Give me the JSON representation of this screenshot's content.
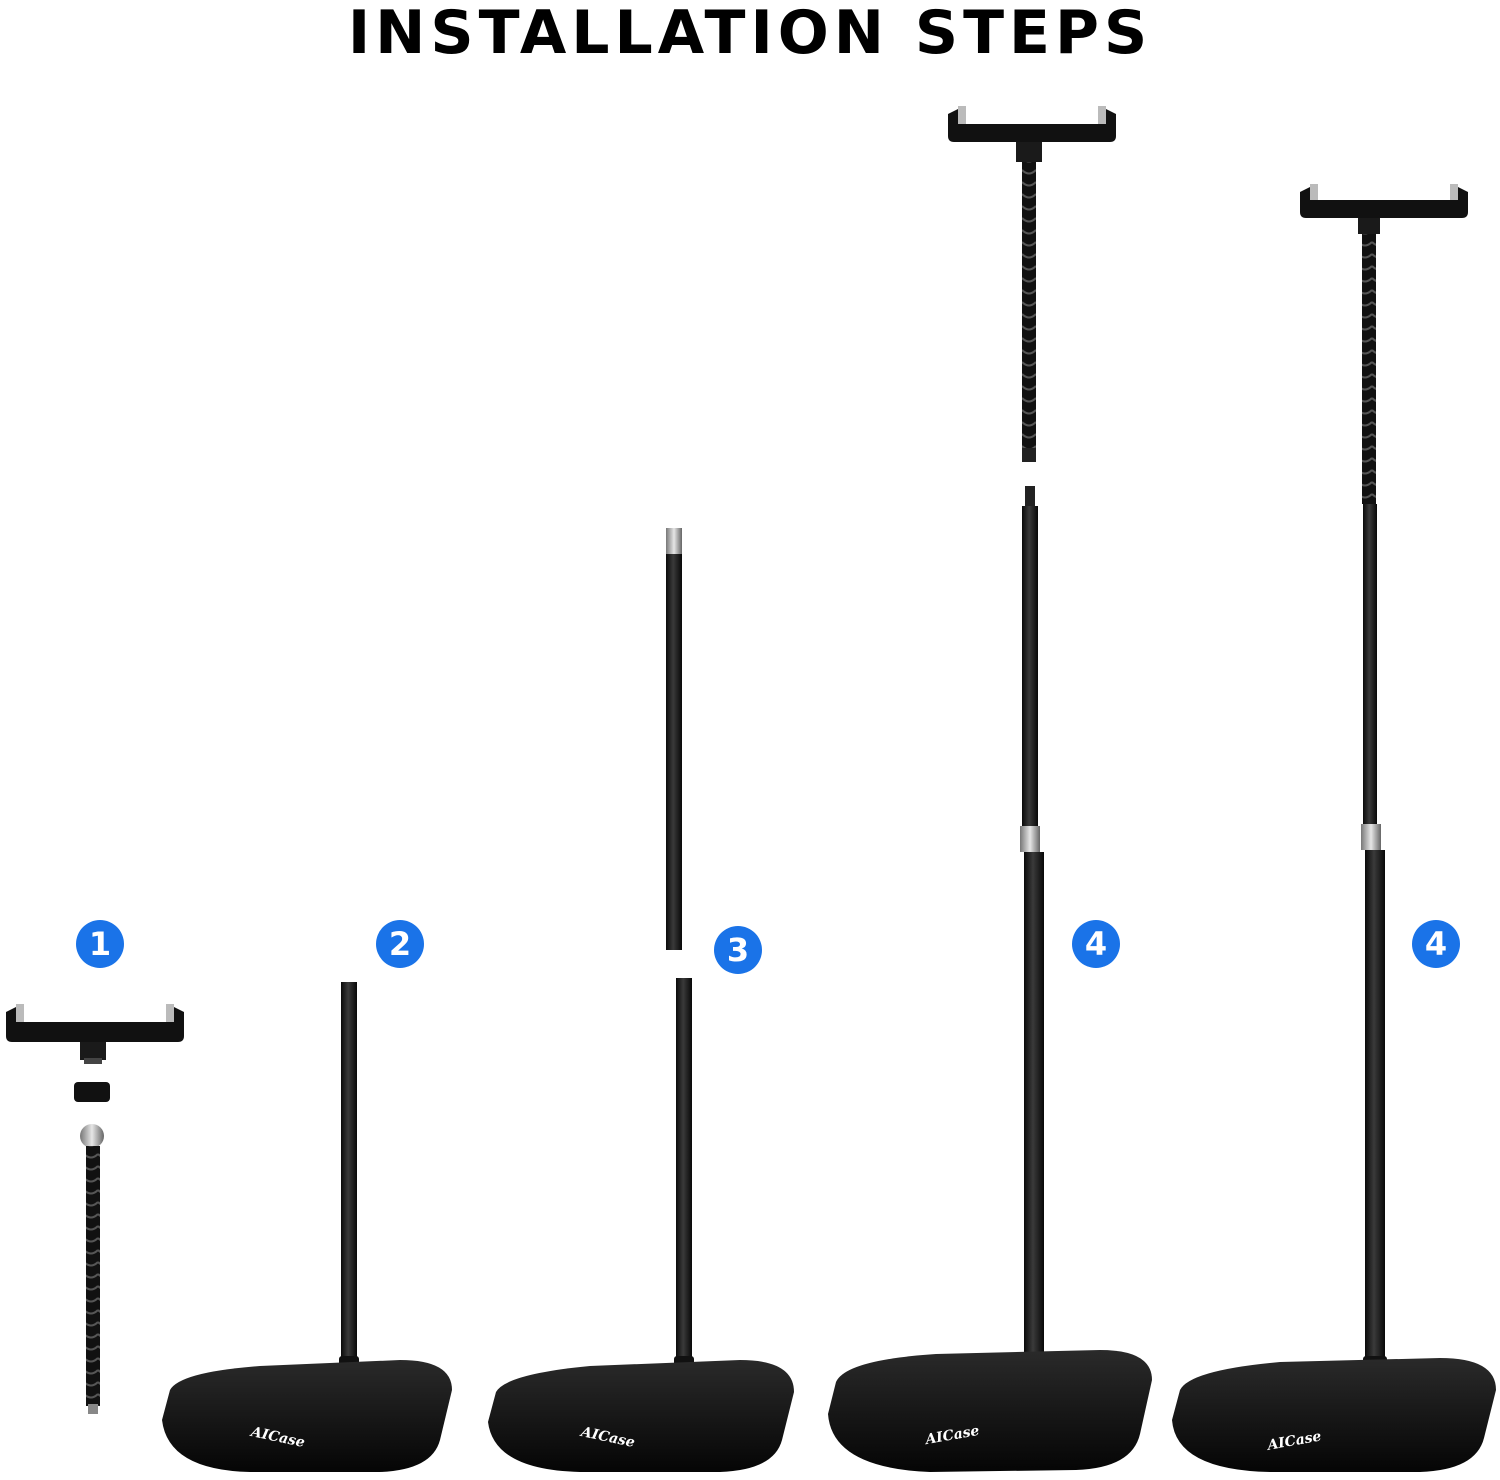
{
  "title": "INSTALLATION STEPS",
  "accent_color": "#1a73e8",
  "steps": [
    {
      "number": "1",
      "icon": "tablet-clamp-parts-icon"
    },
    {
      "number": "2",
      "icon": "base-with-short-pole-icon"
    },
    {
      "number": "3",
      "icon": "base-with-extension-pole-icon"
    },
    {
      "number": "4",
      "icon": "stand-with-clamp-separated-icon"
    },
    {
      "number": "4",
      "icon": "stand-fully-assembled-icon"
    }
  ],
  "brand": "AICase"
}
